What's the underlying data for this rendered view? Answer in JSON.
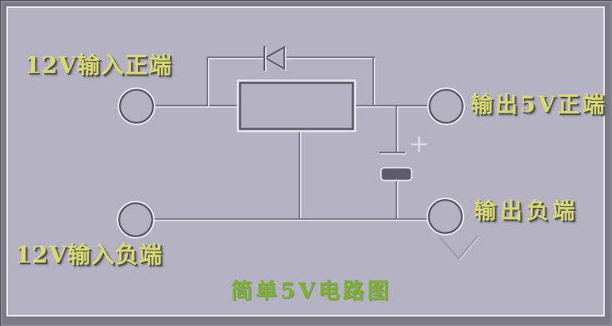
{
  "diagram": {
    "title": "简单5V电路图",
    "labels": {
      "input_positive": "12V输入正端",
      "input_negative": "12V输入负端",
      "output_positive": "输出5V正端",
      "output_negative": "输出负端"
    },
    "capacitor_polarity_mark": "+",
    "colors": {
      "panel_background": "#b4b2c1",
      "frame_gray": "#8b8995",
      "label_yellow": "#d8da6f",
      "title_green": "#79b32a",
      "wire_light": "#e8e7f0",
      "wire_dark": "#696775"
    }
  }
}
